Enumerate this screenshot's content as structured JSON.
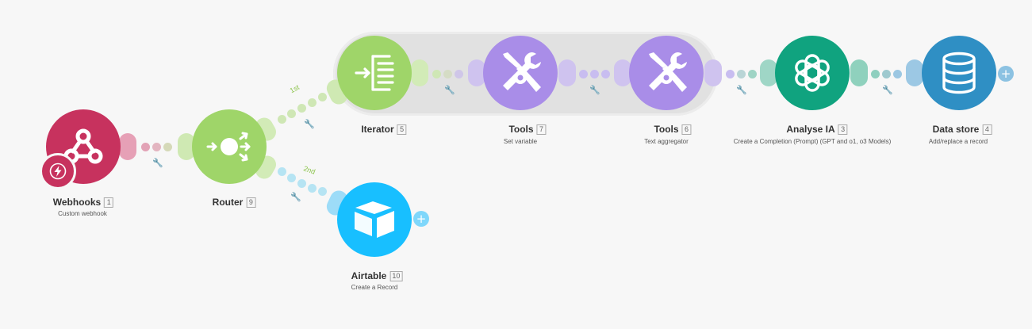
{
  "colors": {
    "webhooks": "#c7325e",
    "router": "#9fd569",
    "iterator": "#9fd569",
    "tools": "#a98de8",
    "openai": "#10a37f",
    "datastore": "#2f8fc4",
    "airtable": "#18bfff"
  },
  "modules": {
    "webhooks": {
      "title": "Webhooks",
      "index": "1",
      "subtitle": "Custom webhook",
      "icon": "webhook-icon"
    },
    "router": {
      "title": "Router",
      "index": "9",
      "subtitle": "",
      "icon": "router-icon"
    },
    "iterator": {
      "title": "Iterator",
      "index": "5",
      "subtitle": "",
      "icon": "iterator-icon"
    },
    "tools1": {
      "title": "Tools",
      "index": "7",
      "subtitle": "Set variable",
      "icon": "tools-icon"
    },
    "tools2": {
      "title": "Tools",
      "index": "6",
      "subtitle": "Text aggregator",
      "icon": "tools-icon"
    },
    "analyse": {
      "title": "Analyse IA",
      "index": "3",
      "subtitle": "Create a Completion (Prompt) (GPT and o1, o3 Models)",
      "icon": "openai-icon"
    },
    "datastore": {
      "title": "Data store",
      "index": "4",
      "subtitle": "Add/replace a record",
      "icon": "database-icon"
    },
    "airtable": {
      "title": "Airtable",
      "index": "10",
      "subtitle": "Create a Record",
      "icon": "airtable-icon"
    }
  },
  "routes": {
    "first": "1st",
    "second": "2nd"
  },
  "plus_label": "+",
  "wrench_glyph": "🔧"
}
